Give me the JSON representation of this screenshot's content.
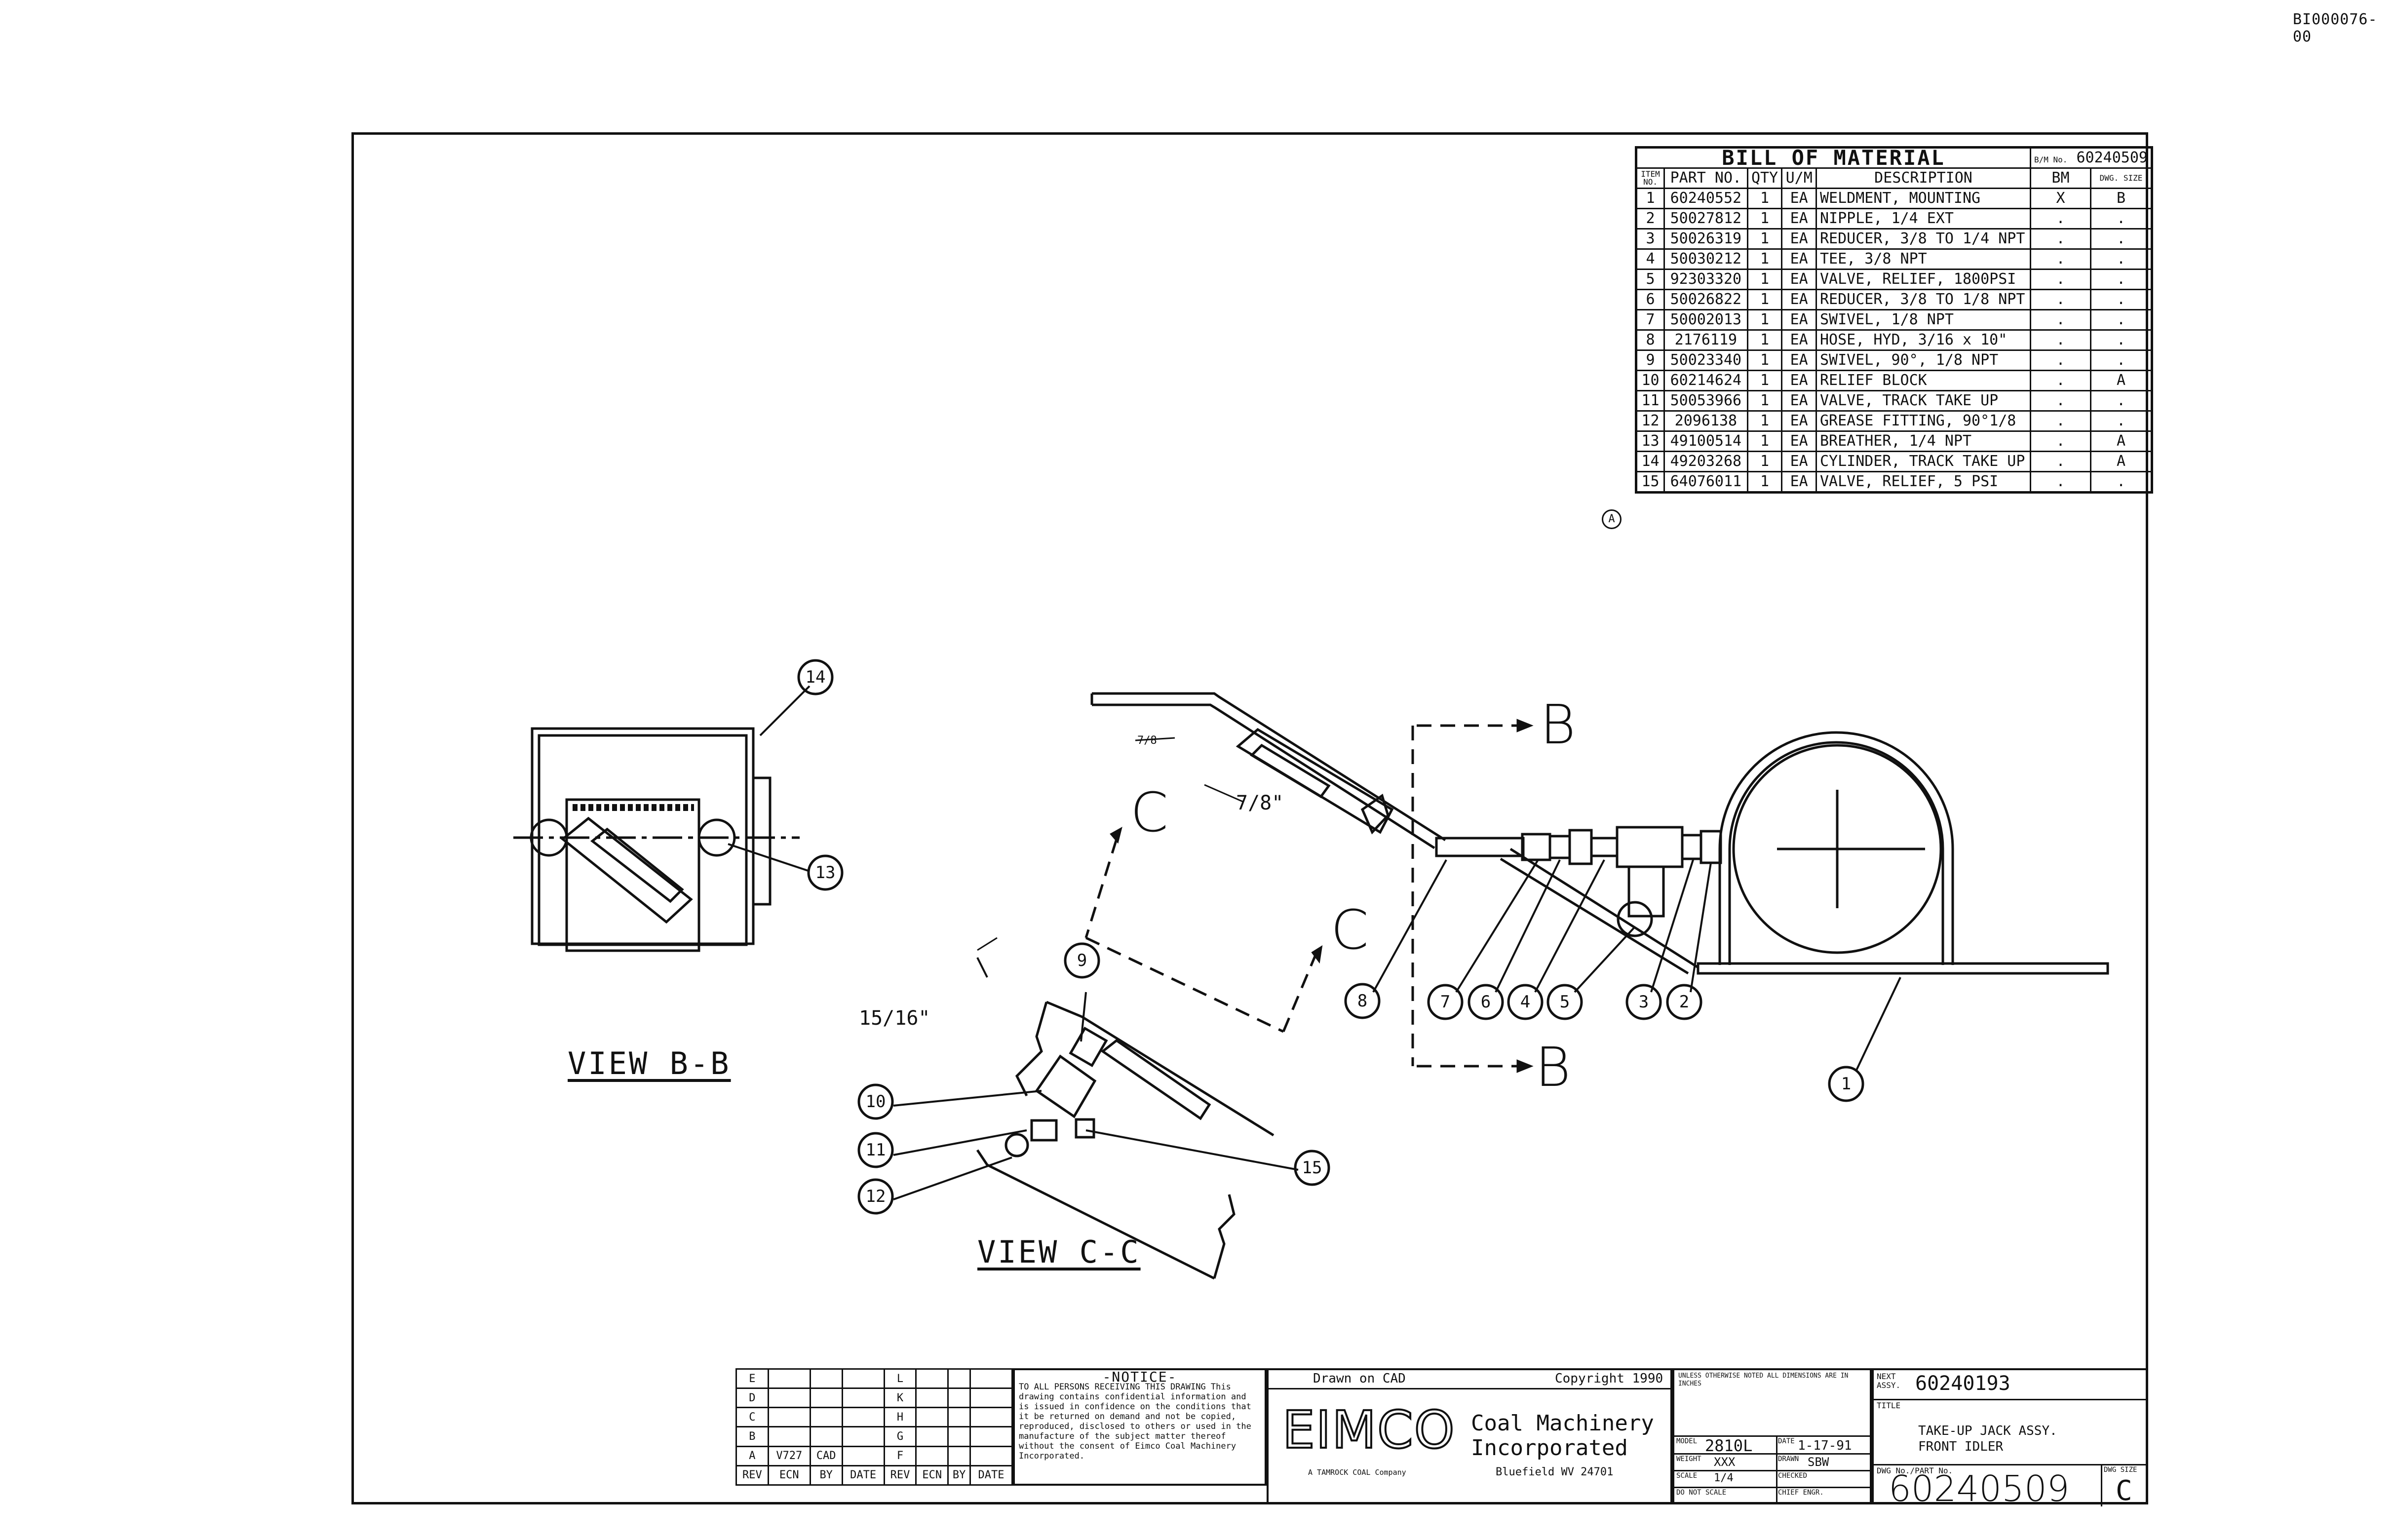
{
  "corner_id": "BI000076-00",
  "bom": {
    "title": "BILL OF MATERIAL",
    "bm_no_label": "B/M No.",
    "bm_no": "60240509",
    "columns": [
      "ITEM NO.",
      "PART NO.",
      "QTY",
      "U/M",
      "DESCRIPTION",
      "BM",
      "DWG. SIZE"
    ],
    "rows": [
      {
        "item": "1",
        "part": "60240552",
        "qty": "1",
        "um": "EA",
        "desc": "WELDMENT, MOUNTING",
        "bm": "X",
        "size": "B"
      },
      {
        "item": "2",
        "part": "50027812",
        "qty": "1",
        "um": "EA",
        "desc": "NIPPLE, 1/4 EXT",
        "bm": ".",
        "size": "."
      },
      {
        "item": "3",
        "part": "50026319",
        "qty": "1",
        "um": "EA",
        "desc": "REDUCER, 3/8 TO 1/4 NPT",
        "bm": ".",
        "size": "."
      },
      {
        "item": "4",
        "part": "50030212",
        "qty": "1",
        "um": "EA",
        "desc": "TEE, 3/8 NPT",
        "bm": ".",
        "size": "."
      },
      {
        "item": "5",
        "part": "92303320",
        "qty": "1",
        "um": "EA",
        "desc": "VALVE, RELIEF, 1800PSI",
        "bm": ".",
        "size": "."
      },
      {
        "item": "6",
        "part": "50026822",
        "qty": "1",
        "um": "EA",
        "desc": "REDUCER, 3/8 TO 1/8 NPT",
        "bm": ".",
        "size": "."
      },
      {
        "item": "7",
        "part": "50002013",
        "qty": "1",
        "um": "EA",
        "desc": "SWIVEL, 1/8 NPT",
        "bm": ".",
        "size": "."
      },
      {
        "item": "8",
        "part": "2176119",
        "qty": "1",
        "um": "EA",
        "desc": "HOSE, HYD, 3/16 x 10\"",
        "bm": ".",
        "size": "."
      },
      {
        "item": "9",
        "part": "50023340",
        "qty": "1",
        "um": "EA",
        "desc": "SWIVEL, 90°, 1/8 NPT",
        "bm": ".",
        "size": "."
      },
      {
        "item": "10",
        "part": "60214624",
        "qty": "1",
        "um": "EA",
        "desc": "RELIEF BLOCK",
        "bm": ".",
        "size": "A"
      },
      {
        "item": "11",
        "part": "50053966",
        "qty": "1",
        "um": "EA",
        "desc": "VALVE, TRACK TAKE UP",
        "bm": ".",
        "size": "."
      },
      {
        "item": "12",
        "part": "2096138",
        "qty": "1",
        "um": "EA",
        "desc": "GREASE FITTING, 90°1/8",
        "bm": ".",
        "size": "."
      },
      {
        "item": "13",
        "part": "49100514",
        "qty": "1",
        "um": "EA",
        "desc": "BREATHER, 1/4 NPT",
        "bm": ".",
        "size": "A"
      },
      {
        "item": "14",
        "part": "49203268",
        "qty": "1",
        "um": "EA",
        "desc": "CYLINDER, TRACK TAKE UP",
        "bm": ".",
        "size": "A"
      },
      {
        "item": "15",
        "part": "64076011",
        "qty": "1",
        "um": "EA",
        "desc": "VALVE, RELIEF, 5 PSI",
        "bm": ".",
        "size": "."
      }
    ],
    "rev_mark": "A"
  },
  "drawing": {
    "view_bb": "VIEW B-B",
    "view_cc": "VIEW C-C",
    "section_b": "B",
    "section_c": "C",
    "dim_78": "7/8\"",
    "dim_78_small": "7/8",
    "dim_1516": "15/16\"",
    "balloons": {
      "b1": "1",
      "b2": "2",
      "b3": "3",
      "b4": "4",
      "b5": "5",
      "b6": "6",
      "b7": "7",
      "b8": "8",
      "b9": "9",
      "b10": "10",
      "b11": "11",
      "b12": "12",
      "b13": "13",
      "b14": "14",
      "b15": "15"
    }
  },
  "title_block": {
    "rev_letters_left": [
      "E",
      "D",
      "C",
      "B",
      "A"
    ],
    "rev_letters_right": [
      "L",
      "K",
      "H",
      "G",
      "F"
    ],
    "rev_a_ecn": "V727",
    "rev_a_by": "CAD",
    "rev_headers": [
      "REV",
      "ECN",
      "BY",
      "DATE",
      "REV",
      "ECN",
      "BY",
      "DATE"
    ],
    "notice_title": "-NOTICE-",
    "notice_text": "TO ALL PERSONS RECEIVING THIS DRAWING This drawing contains confidential information and is issued in confidence on the conditions that it be returned on demand and not be copied, reproduced, disclosed to others or used in the manufacture of the subject matter thereof without the consent of Eimco Coal Machinery Incorporated.",
    "drawn_on": "Drawn on CAD",
    "copyright": "Copyright 1990",
    "logo": "EIMCO",
    "company_line1": "Coal Machinery",
    "company_line2": "Incorporated",
    "subsidiary": "A TAMROCK COAL Company",
    "city": "Bluefield WV 24701",
    "tolerance_note": "UNLESS OTHERWISE NOTED ALL DIMENSIONS ARE IN INCHES",
    "model_label": "MODEL",
    "model": "2810L",
    "date_label": "DATE",
    "date": "1-17-91",
    "weight_label": "WEIGHT",
    "weight": "XXX",
    "drawn_label": "DRAWN",
    "drawn": "SBW",
    "scale_label": "SCALE",
    "scale": "1/4",
    "checked_label": "CHECKED",
    "no_scale": "DO NOT SCALE",
    "chief_label": "CHIEF ENGR.",
    "next_assy_label": "NEXT ASSY.",
    "next_assy": "60240193",
    "title_label": "TITLE",
    "title_line1": "TAKE-UP JACK ASSY.",
    "title_line2": "FRONT IDLER",
    "dwg_no_label": "DWG No./PART No.",
    "dwg_no": "60240509",
    "dwg_size_label": "DWG SIZE",
    "dwg_size": "C"
  }
}
